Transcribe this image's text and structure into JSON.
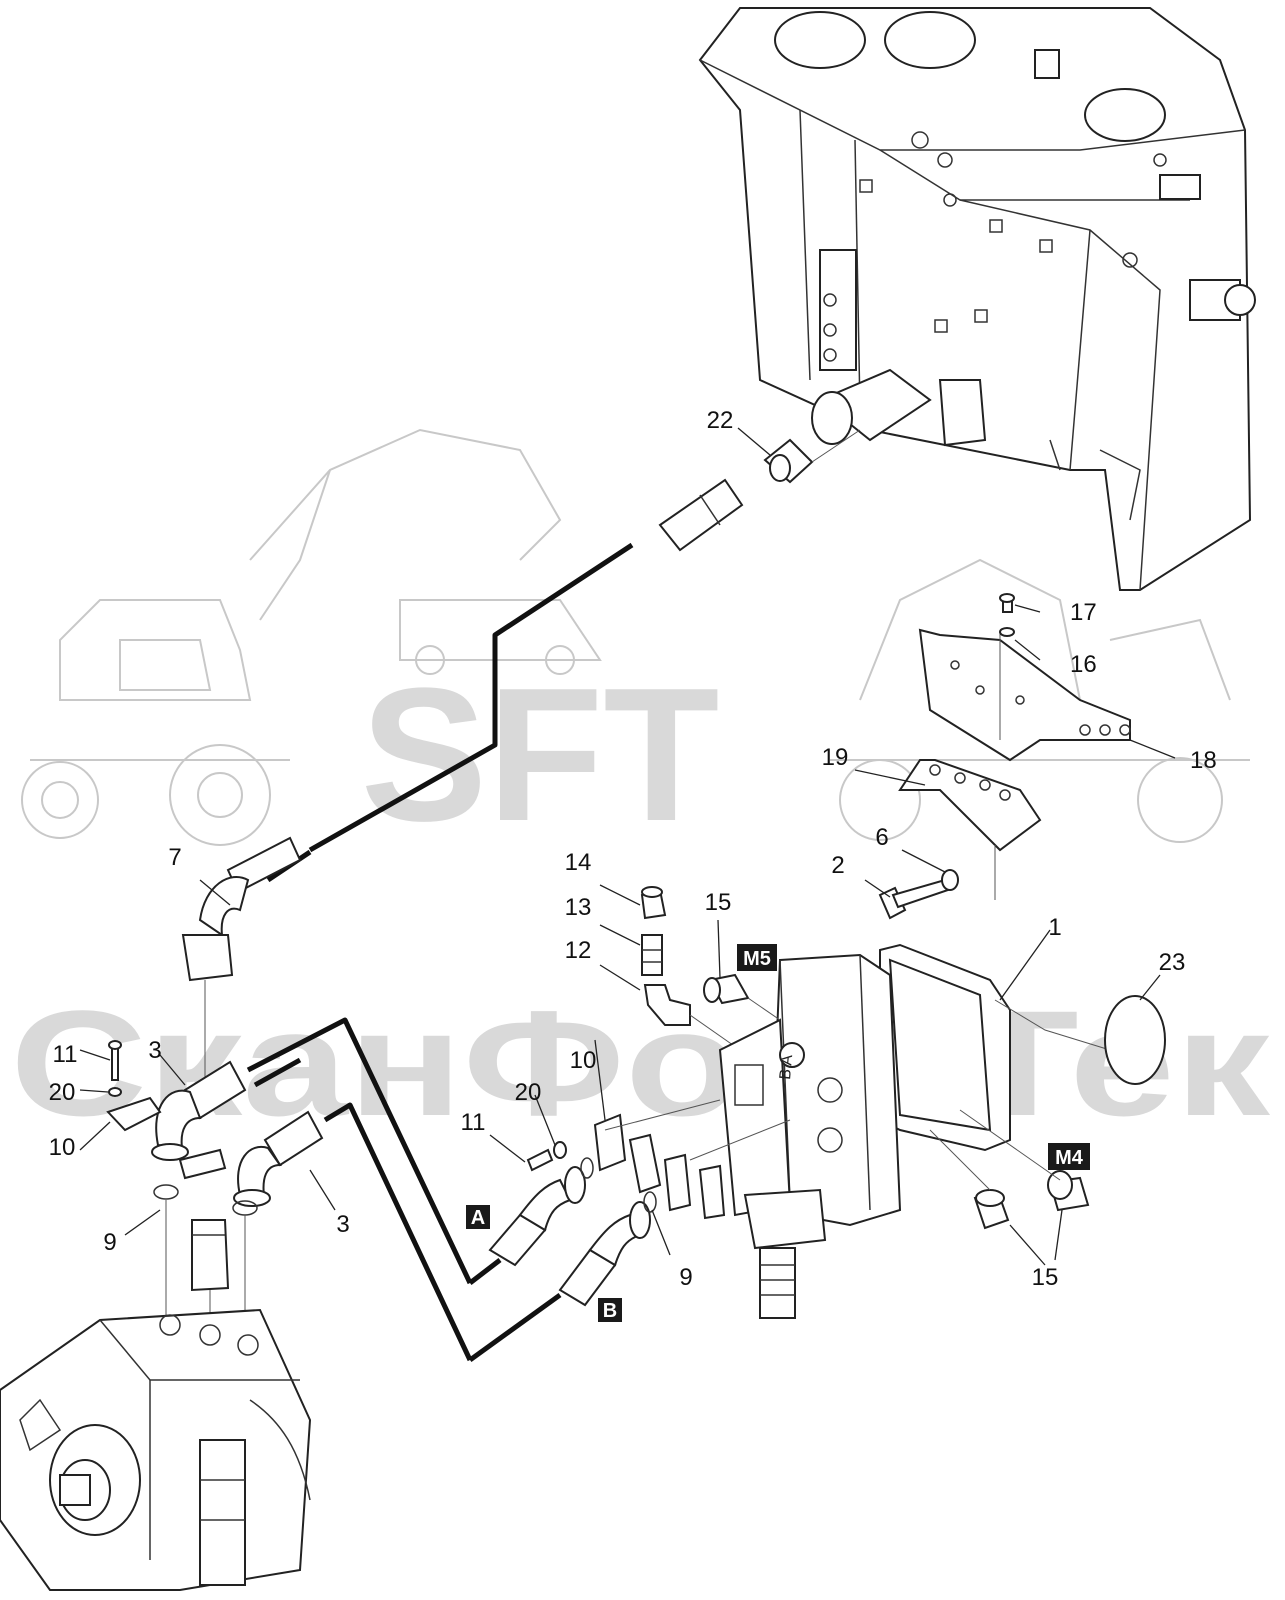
{
  "watermark": {
    "logo_text": "SFT",
    "company_text": "СканФорсТек"
  },
  "callouts": [
    {
      "id": "c22",
      "text": "22"
    },
    {
      "id": "c17",
      "text": "17"
    },
    {
      "id": "c16",
      "text": "16"
    },
    {
      "id": "c18",
      "text": "18"
    },
    {
      "id": "c19",
      "text": "19"
    },
    {
      "id": "c6",
      "text": "6"
    },
    {
      "id": "c2",
      "text": "2"
    },
    {
      "id": "c7",
      "text": "7"
    },
    {
      "id": "c14",
      "text": "14"
    },
    {
      "id": "c13",
      "text": "13"
    },
    {
      "id": "c12",
      "text": "12"
    },
    {
      "id": "c15a",
      "text": "15"
    },
    {
      "id": "c1",
      "text": "1"
    },
    {
      "id": "c23",
      "text": "23"
    },
    {
      "id": "c11a",
      "text": "11"
    },
    {
      "id": "c3a",
      "text": "3"
    },
    {
      "id": "c20a",
      "text": "20"
    },
    {
      "id": "c10a",
      "text": "10"
    },
    {
      "id": "c10b",
      "text": "10"
    },
    {
      "id": "c20b",
      "text": "20"
    },
    {
      "id": "c11b",
      "text": "11"
    },
    {
      "id": "c9a",
      "text": "9"
    },
    {
      "id": "c3b",
      "text": "3"
    },
    {
      "id": "c9b",
      "text": "9"
    },
    {
      "id": "c15b",
      "text": "15"
    }
  ],
  "boxed_labels": [
    {
      "id": "bM5",
      "text": "M5"
    },
    {
      "id": "bM4",
      "text": "M4"
    },
    {
      "id": "bA",
      "text": "A"
    },
    {
      "id": "bB",
      "text": "B"
    }
  ],
  "colors": {
    "line": "#111111",
    "watermark": "#d9d9d9",
    "label_box": "#1a1a1a"
  }
}
